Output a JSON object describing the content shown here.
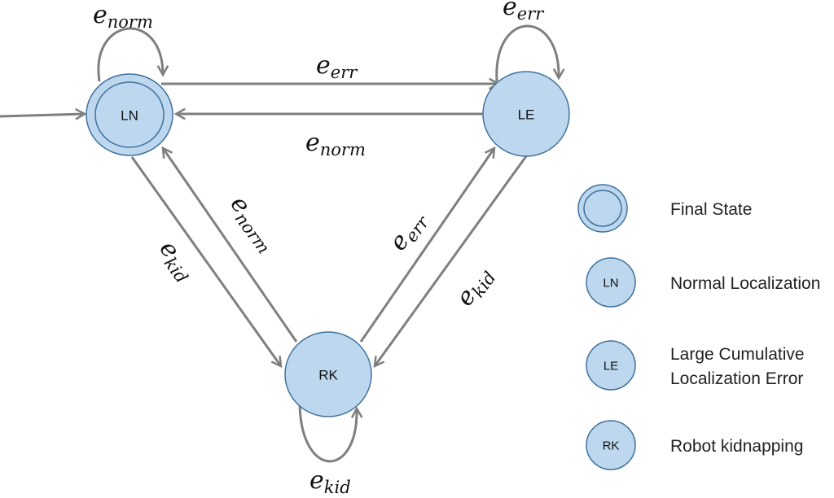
{
  "states": {
    "LN": {
      "label": "LN",
      "final": true
    },
    "LE": {
      "label": "LE",
      "final": false
    },
    "RK": {
      "label": "RK",
      "final": false
    }
  },
  "edges": {
    "ln_self": {
      "base": "e",
      "sub": "norm"
    },
    "le_self": {
      "base": "e",
      "sub": "err"
    },
    "rk_self": {
      "base": "e",
      "sub": "kid"
    },
    "ln_to_le": {
      "base": "e",
      "sub": "err"
    },
    "le_to_ln": {
      "base": "e",
      "sub": "norm"
    },
    "ln_to_rk": {
      "base": "e",
      "sub": "kid"
    },
    "rk_to_ln": {
      "base": "e",
      "sub": "norm"
    },
    "rk_to_le": {
      "base": "e",
      "sub": "err"
    },
    "le_to_rk": {
      "base": "e",
      "sub": "kid"
    }
  },
  "legend": [
    {
      "symbol": "",
      "text": "Final State"
    },
    {
      "symbol": "LN",
      "text": "Normal Localization"
    },
    {
      "symbol": "LE",
      "text": "Large Cumulative",
      "text2": "Localization Error"
    },
    {
      "symbol": "RK",
      "text": "Robot kidnapping"
    }
  ],
  "colors": {
    "node_fill": "#bdd7ee",
    "node_stroke": "#41719c",
    "edge": "#7f7f7f"
  }
}
